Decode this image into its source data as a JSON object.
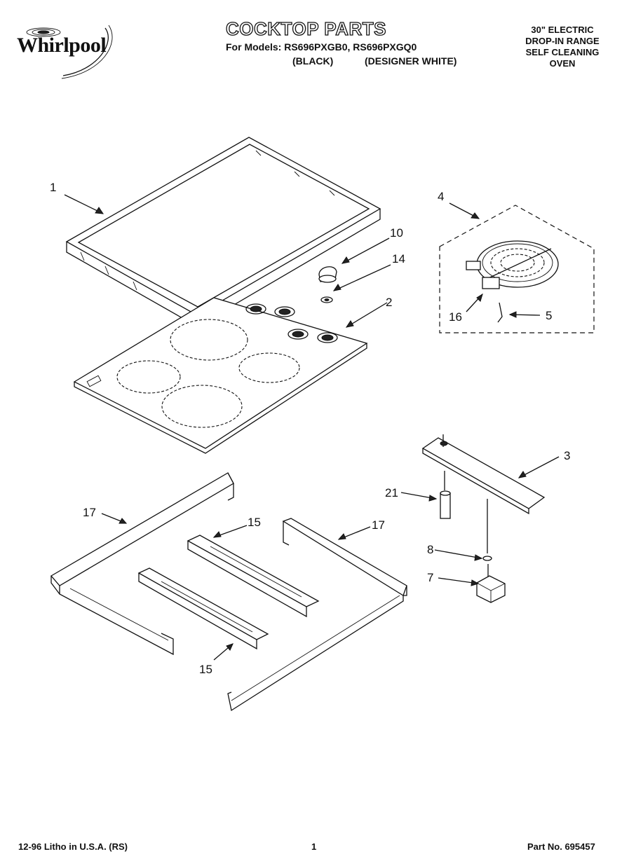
{
  "header": {
    "brand": "Whirlpool",
    "title": "COCKTOP PARTS",
    "models_prefix": "For Models:",
    "models": "RS696PXGB0, RS696PXGQ0",
    "variant_black": "(BLACK)",
    "variant_white": "(DESIGNER WHITE)",
    "range_description": [
      "30\" ELECTRIC",
      "DROP-IN RANGE",
      "SELF CLEANING",
      "OVEN"
    ]
  },
  "callouts": {
    "frame": "1",
    "cooktop": "2",
    "bracket": "3",
    "element": "4",
    "clip": "5",
    "switch": "7",
    "washer": "8",
    "knob": "10",
    "knob_seal": "14",
    "rail_upper": "15",
    "rail_lower": "15",
    "limiter": "16",
    "side_left": "17",
    "side_right": "17",
    "shaft": "21"
  },
  "footer": {
    "print_info": "12-96 Litho in U.S.A. (RS)",
    "page_number": "1",
    "part_number": "Part No. 695457"
  }
}
